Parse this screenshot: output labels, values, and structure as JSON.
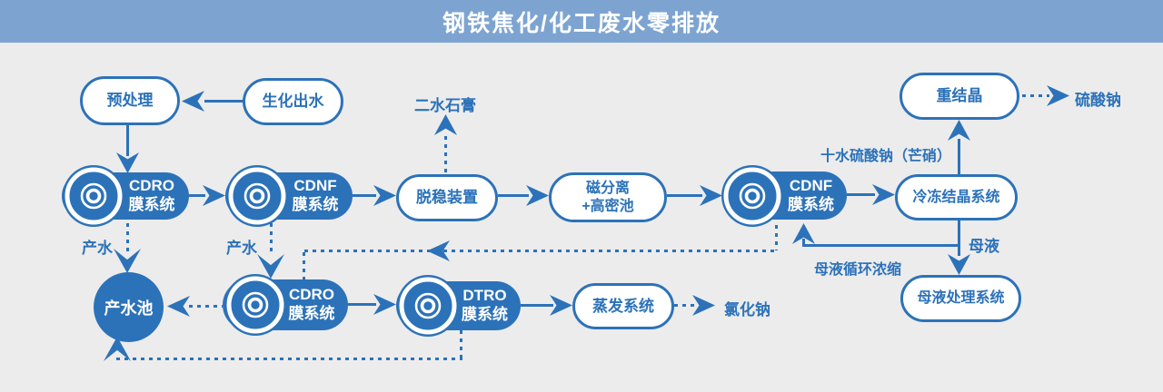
{
  "banner": {
    "title": "钢铁焦化/化工废水零排放"
  },
  "colors": {
    "primary_blue": "#2C72B9",
    "banner_background": "#7DA4D1",
    "canvas_background": "#ECECEC",
    "node_text_on_fill": "#FFFFFF"
  },
  "nodes": {
    "pretreatment": {
      "label": "预处理"
    },
    "biochemical_effluent": {
      "label": "生化出水"
    },
    "cdro_membrane_1": {
      "line1": "CDRO",
      "line2": "膜系统"
    },
    "cdnf_membrane_1": {
      "line1": "CDNF",
      "line2": "膜系统"
    },
    "destabilization_unit": {
      "label": "脱稳装置"
    },
    "magnetic_separation": {
      "line1": "磁分离",
      "line2": "+高密池"
    },
    "cdnf_membrane_2": {
      "line1": "CDNF",
      "line2": "膜系统"
    },
    "freeze_crystallization": {
      "label": "冷冻结晶系统"
    },
    "recrystallization": {
      "label": "重结晶"
    },
    "mother_liquor_treatment": {
      "label": "母液处理系统"
    },
    "product_water_pool": {
      "label": "产水池"
    },
    "cdro_membrane_2": {
      "line1": "CDRO",
      "line2": "膜系统"
    },
    "dtro_membrane": {
      "line1": "DTRO",
      "line2": "膜系统"
    },
    "evaporation_system": {
      "label": "蒸发系统"
    }
  },
  "labels": {
    "product_water_1": "产水",
    "product_water_2": "产水",
    "dihydrate_gypsum": "二水石膏",
    "sodium_sulfate": "硫酸钠",
    "glauber_salt": "十水硫酸钠（芒硝）",
    "mother_liquor": "母液",
    "mother_liquor_recycle": "母液循环浓缩",
    "sodium_chloride": "氯化钠"
  }
}
